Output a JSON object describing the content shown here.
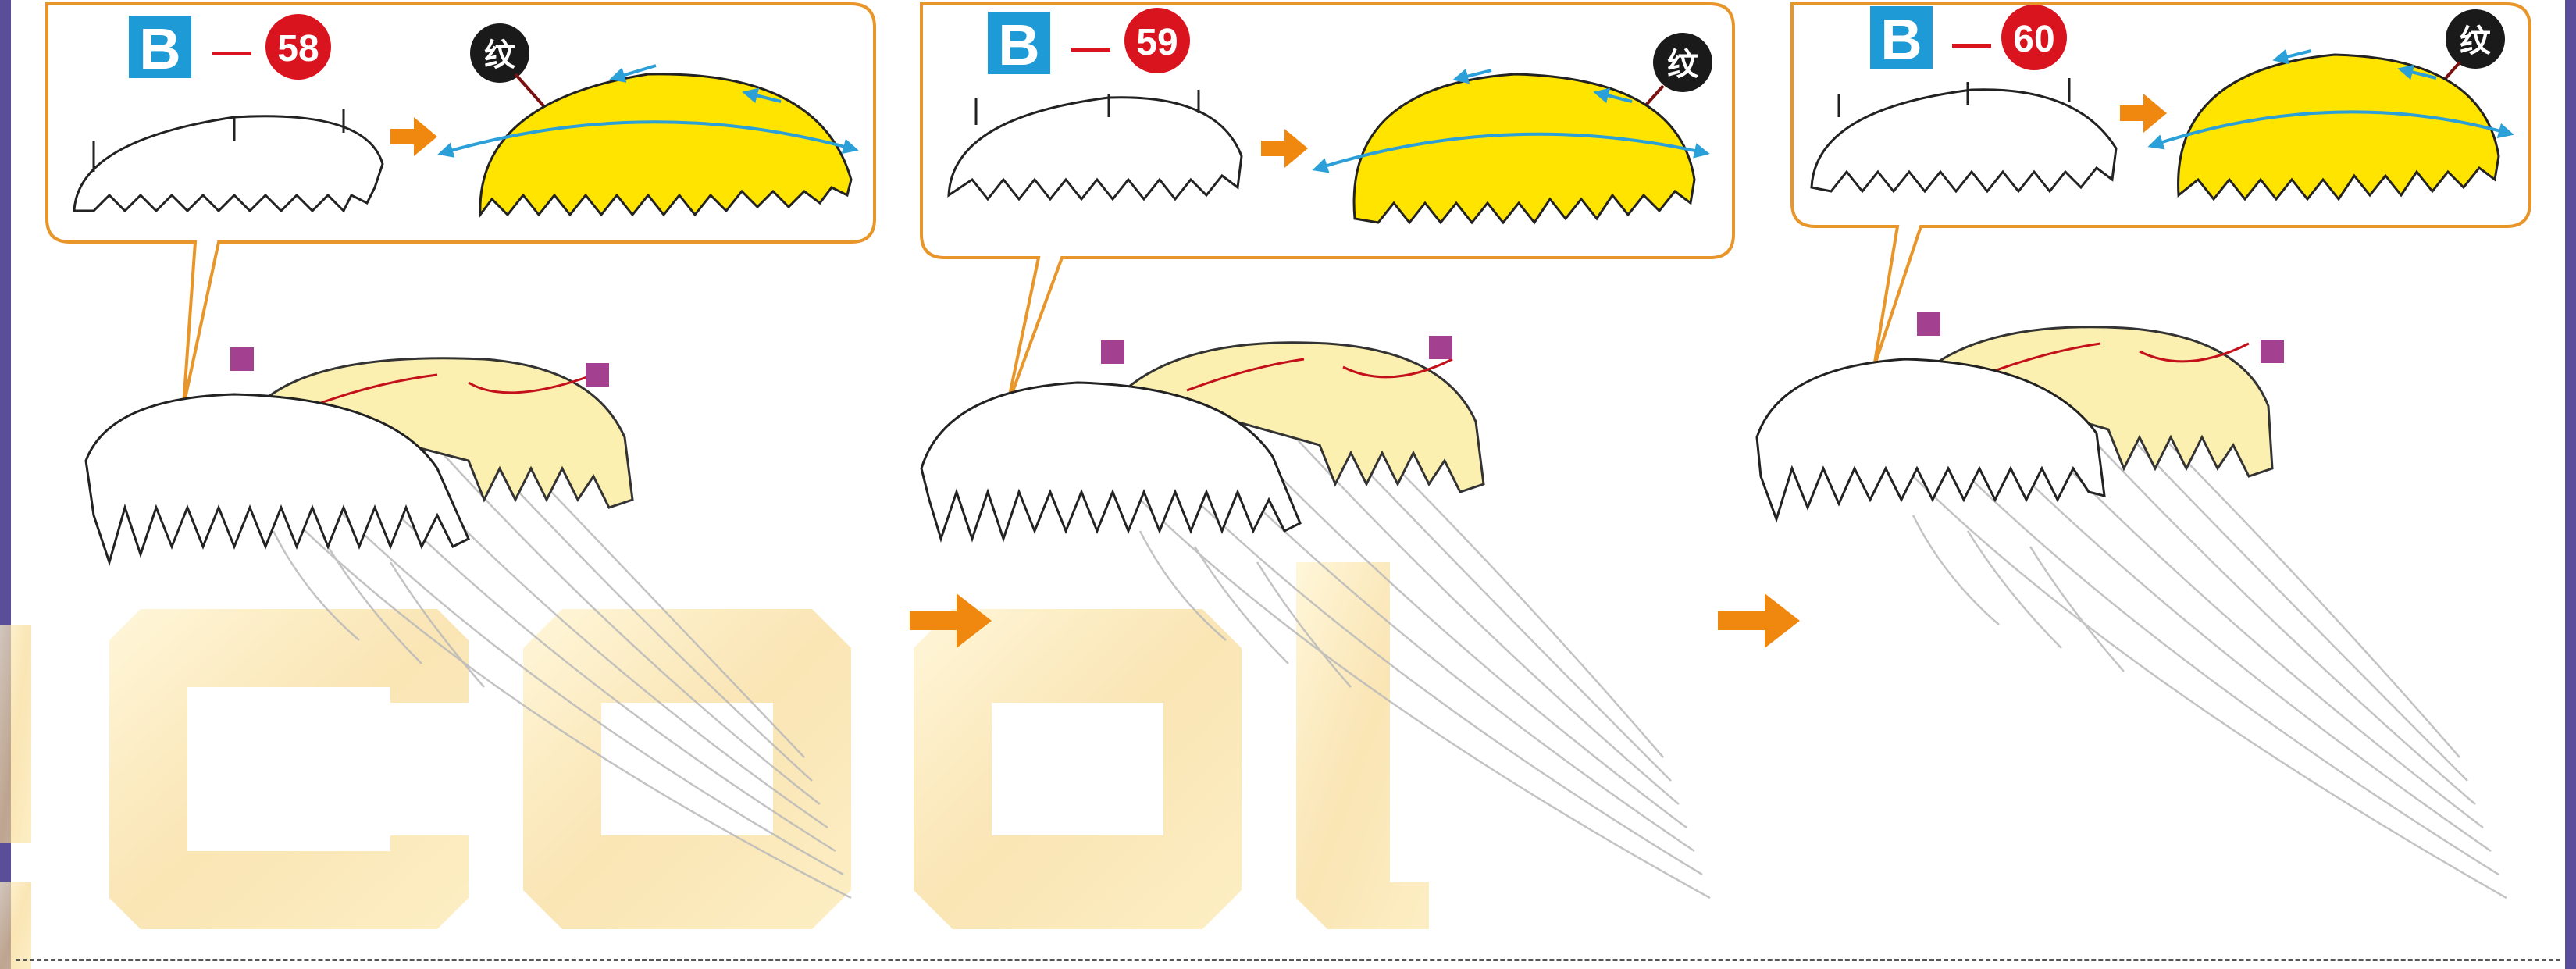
{
  "steps": [
    {
      "letter": "B",
      "dash": "—",
      "number": "58",
      "pattern_label": "纹"
    },
    {
      "letter": "B",
      "dash": "—",
      "number": "59",
      "pattern_label": "纹"
    },
    {
      "letter": "B",
      "dash": "—",
      "number": "60",
      "pattern_label": "纹"
    }
  ],
  "watermark_text": "ecool",
  "colors": {
    "frame": "#5a4e9a",
    "callout_border": "#e8962a",
    "letter_box": "#1e9ad6",
    "number_circle": "#d9141e",
    "pattern_circle": "#1a1a1a",
    "arrow": "#f0870f",
    "feather_yellow": "#ffe400",
    "feather_pale": "#fbf0b0",
    "tag_magenta": "#a3408f",
    "blue_arrow": "#2a9fd8"
  },
  "icons": [
    "right-arrow-icon",
    "blue-direction-arrow-icon",
    "magenta-tag-icon"
  ]
}
